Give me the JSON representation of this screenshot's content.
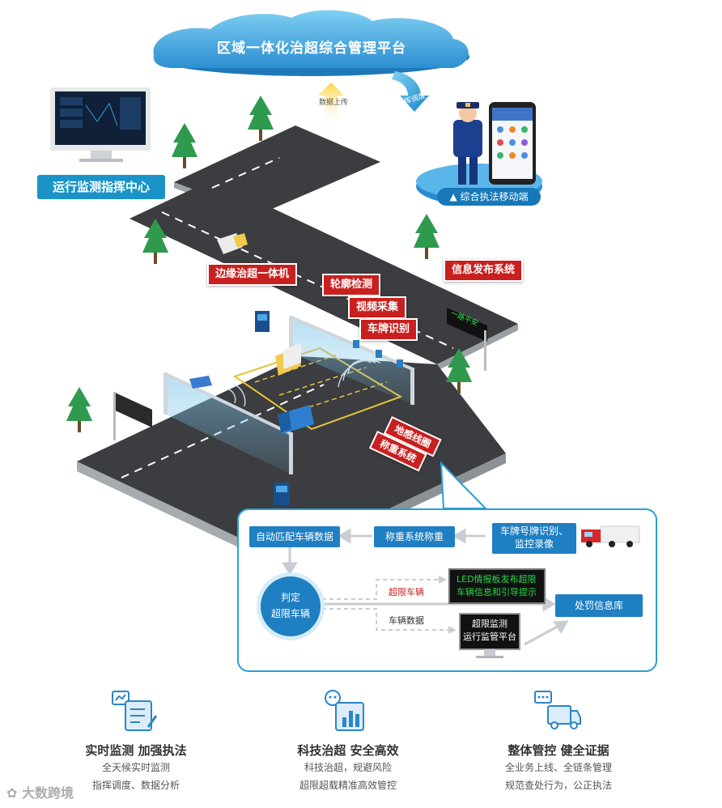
{
  "platform_title": "区域一体化治超综合管理平台",
  "arrow_up_label": "数据上传",
  "arrow_dispatch_label": "指挥调度",
  "command_center_label": "运行监测指挥中心",
  "mobile_label": "综合执法移动端",
  "red_tags": {
    "edge_machine": "边缘治超一体机",
    "contour": "轮廓检测",
    "video": "视频采集",
    "plate": "车牌识别",
    "info_release": "信息发布系统",
    "loop": "地感线圈",
    "weigh": "称重系统"
  },
  "led_sign_text": "一路平安",
  "flow": {
    "auto_match": "自动匹配车辆数据",
    "weigh_step": "称重系统称重",
    "plate_capture_line1": "车牌号牌识别、",
    "plate_capture_line2": "监控录像",
    "judge_line1": "判定",
    "judge_line2": "超限车辆",
    "overlimit_label": "超限车辆",
    "vehicle_data_label": "车辆数据",
    "led_line1": "LED情报板发布超限",
    "led_line2": "车辆信息和引导提示",
    "monitor_line1": "超限监测",
    "monitor_line2": "运行监管平台",
    "penalty_db": "处罚信息库"
  },
  "features": [
    {
      "title": "实时监测   加强执法",
      "line1": "全天候实时监测",
      "line2": "指挥调度、数据分析",
      "icon": "checklist-icon"
    },
    {
      "title": "科技治超   安全高效",
      "line1": "科技治超，规避风险",
      "line2": "超限超载精准高效管控",
      "icon": "bar-chart-icon"
    },
    {
      "title": "整体管控   健全证据",
      "line1": "全业务上线、全链条管理",
      "line2": "规范查处行为，公正执法",
      "icon": "truck-icon"
    }
  ],
  "watermark": "大数跨境",
  "colors": {
    "accent_blue": "#1e7fc2",
    "tag_red": "#c8201f",
    "road": "#3b3d40",
    "tree": "#2f9a4e"
  }
}
